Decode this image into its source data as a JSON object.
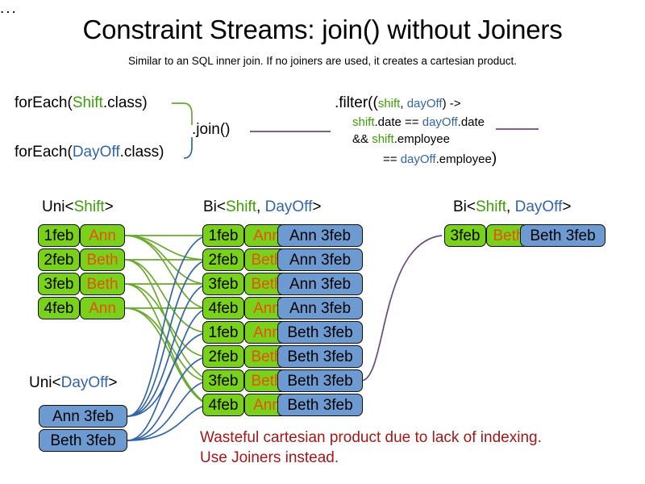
{
  "header": {
    "title": "Constraint Streams: join() without Joiners",
    "subtitle": "Similar to an SQL inner join. If no joiners are used, it creates a cartesian product."
  },
  "colors": {
    "shift_green": "#3f9c0a",
    "dayoff_blue": "#3465a4",
    "card_green": "#79d11b",
    "card_blue": "#6d9bd1",
    "employee_orange": "#e8500f",
    "warning_red": "#a01818",
    "wire_green": "#6aa82e",
    "wire_blue": "#3465a4",
    "wire_purple": "#6b4a78"
  },
  "code": {
    "forEachShift": {
      "prefix": "forEach(",
      "type": "Shift",
      "suffix": ".class)"
    },
    "forEachDayOff": {
      "prefix": "forEach(",
      "type": "DayOff",
      "suffix": ".class)"
    },
    "join": ".join()",
    "ellipsis": "...",
    "filter": {
      "line1_a": ".filter((",
      "line1_shift": "shift",
      "line1_comma": ", ",
      "line1_dayoff": "dayOff",
      "line1_b": ") ->",
      "line2_shift": "shift",
      "line2_a": ".date == ",
      "line2_dayoff": "dayOff",
      "line2_b": ".date",
      "line3_a": "&& ",
      "line3_shift": "shift",
      "line3_b": ".employee",
      "line4_a": "== ",
      "line4_dayoff": "dayOff",
      "line4_b": ".employee",
      "line4_close": ")"
    }
  },
  "streams": {
    "uni_shift": {
      "label_prefix": "Uni<",
      "label_type": "Shift",
      "label_suffix": ">",
      "rows": [
        {
          "date": "1feb",
          "employee": "Ann"
        },
        {
          "date": "2feb",
          "employee": "Beth"
        },
        {
          "date": "3feb",
          "employee": "Beth"
        },
        {
          "date": "4feb",
          "employee": "Ann"
        }
      ]
    },
    "uni_dayoff": {
      "label_prefix": "Uni<",
      "label_type": "DayOff",
      "label_suffix": ">",
      "rows": [
        {
          "dayoff": "Ann 3feb"
        },
        {
          "dayoff": "Beth 3feb"
        }
      ]
    },
    "bi_middle": {
      "label_prefix": "Bi<",
      "label_type_a": "Shift",
      "label_comma": ", ",
      "label_type_b": "DayOff",
      "label_suffix": ">",
      "rows": [
        {
          "date": "1feb",
          "employee": "Ann",
          "dayoff": "Ann 3feb"
        },
        {
          "date": "2feb",
          "employee": "Beth",
          "dayoff": "Ann 3feb"
        },
        {
          "date": "3feb",
          "employee": "Beth",
          "dayoff": "Ann 3feb"
        },
        {
          "date": "4feb",
          "employee": "Ann",
          "dayoff": "Ann 3feb"
        },
        {
          "date": "1feb",
          "employee": "Ann",
          "dayoff": "Beth 3feb"
        },
        {
          "date": "2feb",
          "employee": "Beth",
          "dayoff": "Beth 3feb"
        },
        {
          "date": "3feb",
          "employee": "Beth",
          "dayoff": "Beth 3feb"
        },
        {
          "date": "4feb",
          "employee": "Ann",
          "dayoff": "Beth 3feb"
        }
      ]
    },
    "bi_right": {
      "label_prefix": "Bi<",
      "label_type_a": "Shift",
      "label_comma": ", ",
      "label_type_b": "DayOff",
      "label_suffix": ">",
      "rows": [
        {
          "date": "3feb",
          "employee": "Beth",
          "dayoff": "Beth 3feb"
        }
      ]
    }
  },
  "warning": {
    "line1": "Wasteful cartesian product due to lack of indexing.",
    "line2": "Use Joiners instead."
  }
}
